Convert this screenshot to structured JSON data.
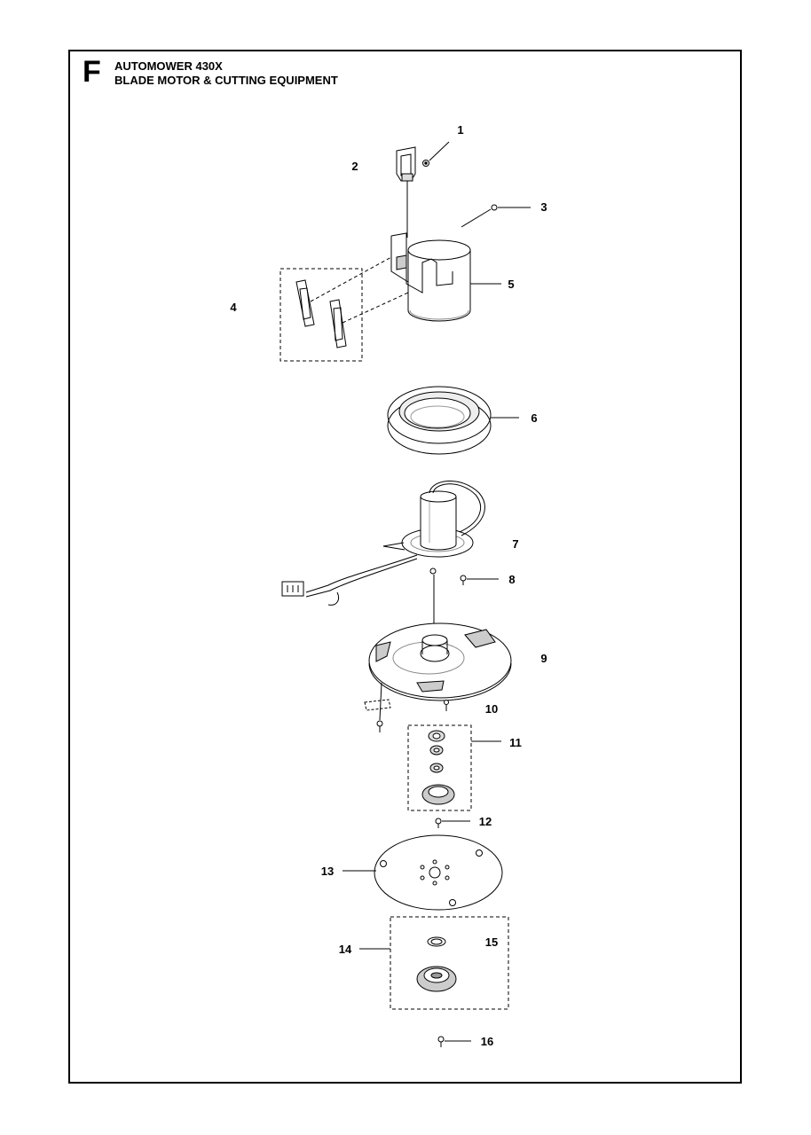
{
  "header": {
    "section": "F",
    "model": "AUTOMOWER 430X",
    "title": "BLADE MOTOR & CUTTING EQUIPMENT"
  },
  "callouts": [
    "1",
    "2",
    "3",
    "4",
    "5",
    "6",
    "7",
    "8",
    "9",
    "10",
    "11",
    "12",
    "13",
    "14",
    "15",
    "16"
  ]
}
